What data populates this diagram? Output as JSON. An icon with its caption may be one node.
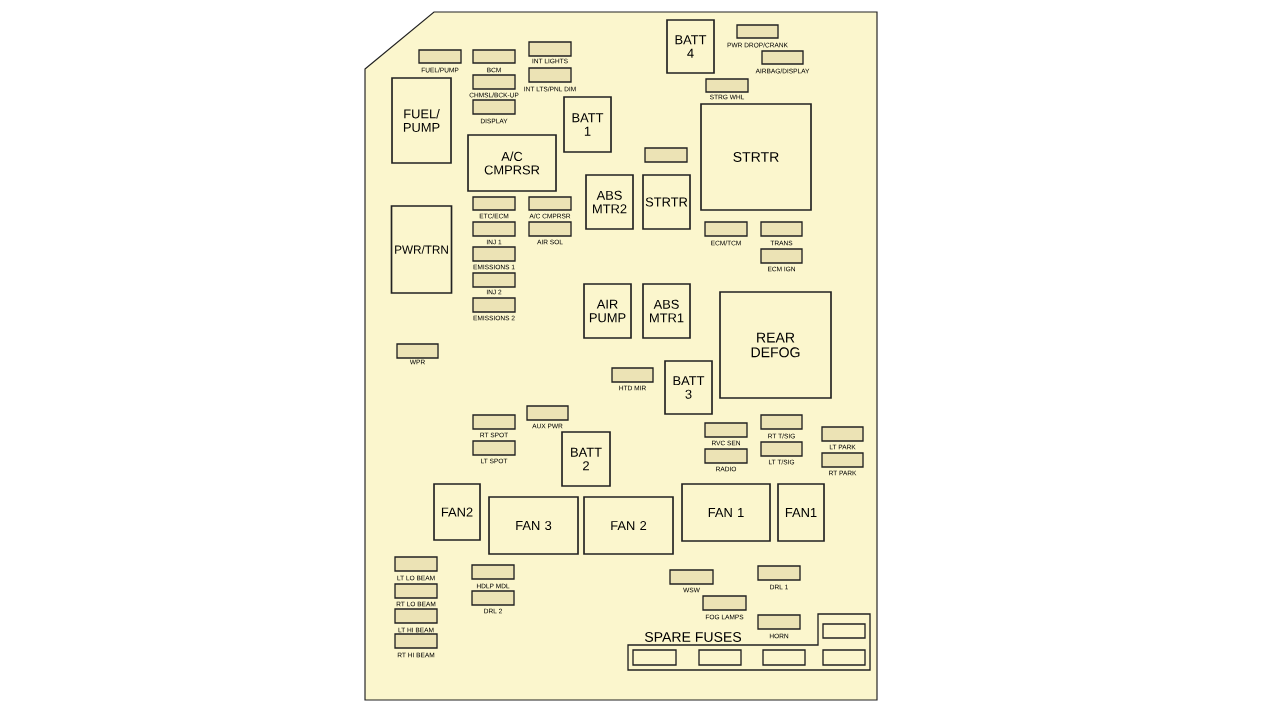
{
  "diagram": {
    "nodes": [
      {
        "text": [
          "FUEL/PUMP"
        ]
      },
      {
        "text": [
          "BCM"
        ]
      },
      {
        "text": [
          "INT LIGHTS"
        ]
      },
      {
        "text": [
          "INT LTS/PNL DIM"
        ]
      },
      {
        "text": [
          "CHMSL/BCK-UP"
        ]
      },
      {
        "text": [
          "DISPLAY"
        ]
      },
      {
        "text": [
          "FUEL/ PUMP"
        ]
      },
      {
        "text": [
          "BATT 1"
        ]
      },
      {
        "text": [
          "A/C CMPRSR"
        ]
      },
      {
        "text": [
          "ETC/ECM"
        ]
      },
      {
        "text": [
          "A/C CMPRSR"
        ]
      },
      {
        "text": [
          "INJ 1"
        ]
      },
      {
        "text": [
          "AIR SOL"
        ]
      },
      {
        "text": [
          "EMISSIONS 1"
        ]
      },
      {
        "text": [
          "INJ 2"
        ]
      },
      {
        "text": [
          "EMISSIONS 2"
        ]
      },
      {
        "text": [
          "PWR/TRN"
        ]
      },
      {
        "text": [
          "ABS MTR2"
        ]
      },
      {
        "text": [
          "STRTR"
        ]
      },
      {
        "text": [],
        "shape": "box"
      },
      {
        "text": [
          "BATT 4"
        ]
      },
      {
        "text": [
          "PWR DROP/CRANK"
        ]
      },
      {
        "text": [
          "AIRBAG/DISPLAY"
        ]
      },
      {
        "text": [
          "STRG WHL"
        ]
      },
      {
        "text": [
          "STRTR"
        ]
      },
      {
        "text": [
          "ECM/TCM"
        ]
      },
      {
        "text": [
          "TRANS"
        ]
      },
      {
        "text": [
          "ECM IGN"
        ]
      },
      {
        "text": [
          "AIR PUMP"
        ]
      },
      {
        "text": [
          "ABS MTR1"
        ]
      },
      {
        "text": [
          "REAR DEFOG"
        ]
      },
      {
        "text": [
          "WPR"
        ]
      },
      {
        "text": [
          "HTD MIR"
        ]
      },
      {
        "text": [
          "BATT 3"
        ]
      },
      {
        "text": [
          "AUX PWR"
        ]
      },
      {
        "text": [
          "RT SPOT"
        ]
      },
      {
        "text": [
          "LT SPOT"
        ]
      },
      {
        "text": [
          "BATT 2"
        ]
      },
      {
        "text": [
          "RVC SEN"
        ]
      },
      {
        "text": [
          "RADIO"
        ]
      },
      {
        "text": [
          "RT T/SIG"
        ]
      },
      {
        "text": [
          "LT T/SIG"
        ]
      },
      {
        "text": [
          "LT PARK"
        ]
      },
      {
        "text": [
          "RT PARK"
        ]
      },
      {
        "text": [
          "FAN2"
        ]
      },
      {
        "text": [
          "FAN 3"
        ]
      },
      {
        "text": [
          "FAN 2"
        ]
      },
      {
        "text": [
          "FAN 1"
        ]
      },
      {
        "text": [
          "FAN1"
        ]
      },
      {
        "text": [
          "LT LO BEAM"
        ]
      },
      {
        "text": [
          "RT LO BEAM"
        ]
      },
      {
        "text": [
          "LT HI BEAM"
        ]
      },
      {
        "text": [
          "RT HI BEAM"
        ]
      },
      {
        "text": [
          "HDLP MDL"
        ]
      },
      {
        "text": [
          "DRL 2"
        ]
      },
      {
        "text": [
          "WSW"
        ]
      },
      {
        "text": [
          "DRL 1"
        ]
      },
      {
        "text": [
          "FOG LAMPS"
        ]
      },
      {
        "text": [
          "HORN"
        ]
      },
      {
        "text": [
          "SPARE FUSES"
        ]
      },
      {
        "text": [],
        "shape": "box",
        "in": 59
      },
      {
        "text": [],
        "shape": "box",
        "in": 59
      },
      {
        "text": [],
        "shape": "box",
        "in": 59
      },
      {
        "text": [],
        "shape": "box",
        "in": 59
      },
      {
        "text": [],
        "shape": "box",
        "in": 59
      }
    ]
  }
}
